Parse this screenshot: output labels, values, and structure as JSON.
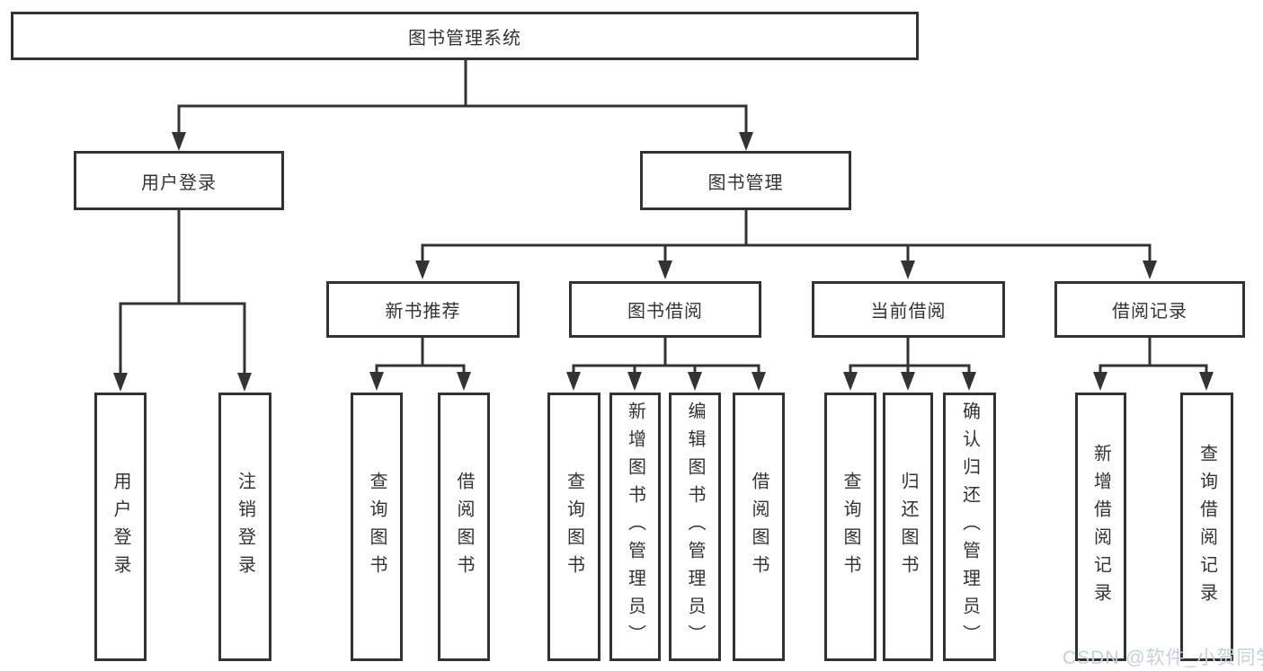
{
  "diagram": {
    "root": {
      "label": "图书管理系统"
    },
    "branches": [
      {
        "label": "用户登录",
        "children": [
          {
            "label": "用户登录"
          },
          {
            "label": "注销登录"
          }
        ]
      },
      {
        "label": "图书管理",
        "children": [
          {
            "label": "新书推荐",
            "children": [
              {
                "label": "查询图书"
              },
              {
                "label": "借阅图书"
              }
            ]
          },
          {
            "label": "图书借阅",
            "children": [
              {
                "label": "查询图书"
              },
              {
                "label": "新增图书（管理员）"
              },
              {
                "label": "编辑图书（管理员）"
              },
              {
                "label": "借阅图书"
              }
            ]
          },
          {
            "label": "当前借阅",
            "children": [
              {
                "label": "查询图书"
              },
              {
                "label": "归还图书"
              },
              {
                "label": "确认归还（管理员）"
              }
            ]
          },
          {
            "label": "借阅记录",
            "children": [
              {
                "label": "新增借阅记录"
              },
              {
                "label": "查询借阅记录"
              }
            ]
          }
        ]
      }
    ]
  },
  "watermark": {
    "text": "CSDN @软件_小贺同学"
  },
  "colors": {
    "ink": "#333333",
    "bg": "#ffffff",
    "watermark": "#c9ced8"
  }
}
